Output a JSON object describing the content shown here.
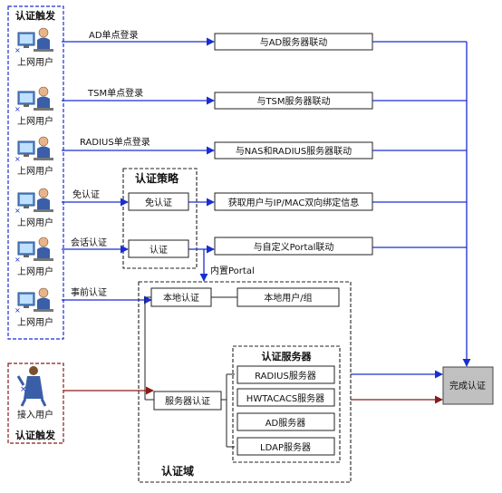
{
  "trigger_label": "认证触发",
  "user_label": "上网用户",
  "access_user_label": "接入用户",
  "rows": [
    {
      "method": "AD单点登录",
      "action": "与AD服务器联动"
    },
    {
      "method": "TSM单点登录",
      "action": "与TSM服务器联动"
    },
    {
      "method": "RADIUS单点登录",
      "action": "与NAS和RADIUS服务器联动"
    },
    {
      "method": "免认证",
      "action": "获取用户与IP/MAC双向绑定信息"
    },
    {
      "method": "会话认证",
      "action": "与自定义Portal联动"
    },
    {
      "method": "事前认证",
      "action": ""
    }
  ],
  "policy": {
    "title": "认证策略",
    "no_auth": "免认证",
    "auth": "认证"
  },
  "builtin_portal": "内置Portal",
  "domain": {
    "title": "认证域",
    "local_auth": "本地认证",
    "local_users": "本地用户/组",
    "server_auth": "服务器认证",
    "servers_title": "认证服务器",
    "servers": [
      "RADIUS服务器",
      "HWTACACS服务器",
      "AD服务器",
      "LDAP服务器"
    ]
  },
  "complete": "完成认证",
  "colors": {
    "blue_line": "#1a2ecf",
    "red_line": "#8b1a1a",
    "complete_fill": "#c0c0c0"
  }
}
